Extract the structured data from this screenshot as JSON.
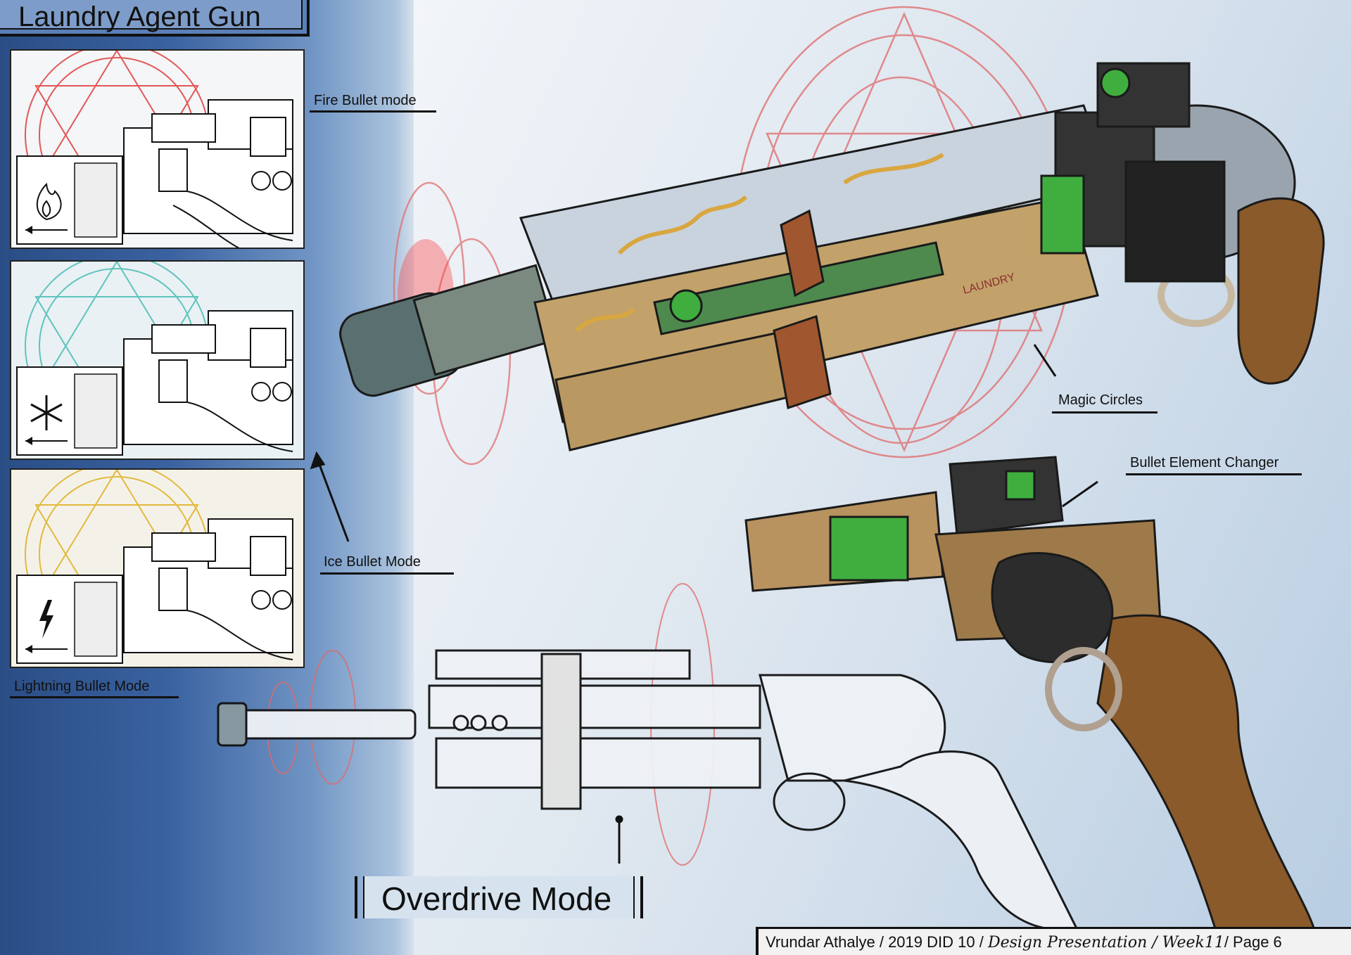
{
  "title": "Laundry Agent Gun",
  "labels": {
    "fire": "Fire Bullet mode",
    "ice": "Ice Bullet Mode",
    "lightning": "Lightning Bullet Mode",
    "magic_circles": "Magic Circles",
    "element_changer": "Bullet Element Changer",
    "overdrive": "Overdrive Mode"
  },
  "engraving": "LAUNDRY",
  "footer": {
    "text": "Vrundar Athalye / 2019 DID 10 / ",
    "handwritten": "Design Presentation / Week11",
    "page": "/ Page 6"
  },
  "colors": {
    "fire_circle": "#e03030",
    "ice_circle": "#3fb8b0",
    "lightning_circle": "#e0b020",
    "magic_circle": "#e06a6a",
    "brass": "#d9a640",
    "wood": "#8a5a2a",
    "screen_green": "#3fae3f"
  },
  "icons": {
    "fire": "flame-icon",
    "ice": "snowflake-icon",
    "lightning": "lightning-bolt-icon"
  }
}
